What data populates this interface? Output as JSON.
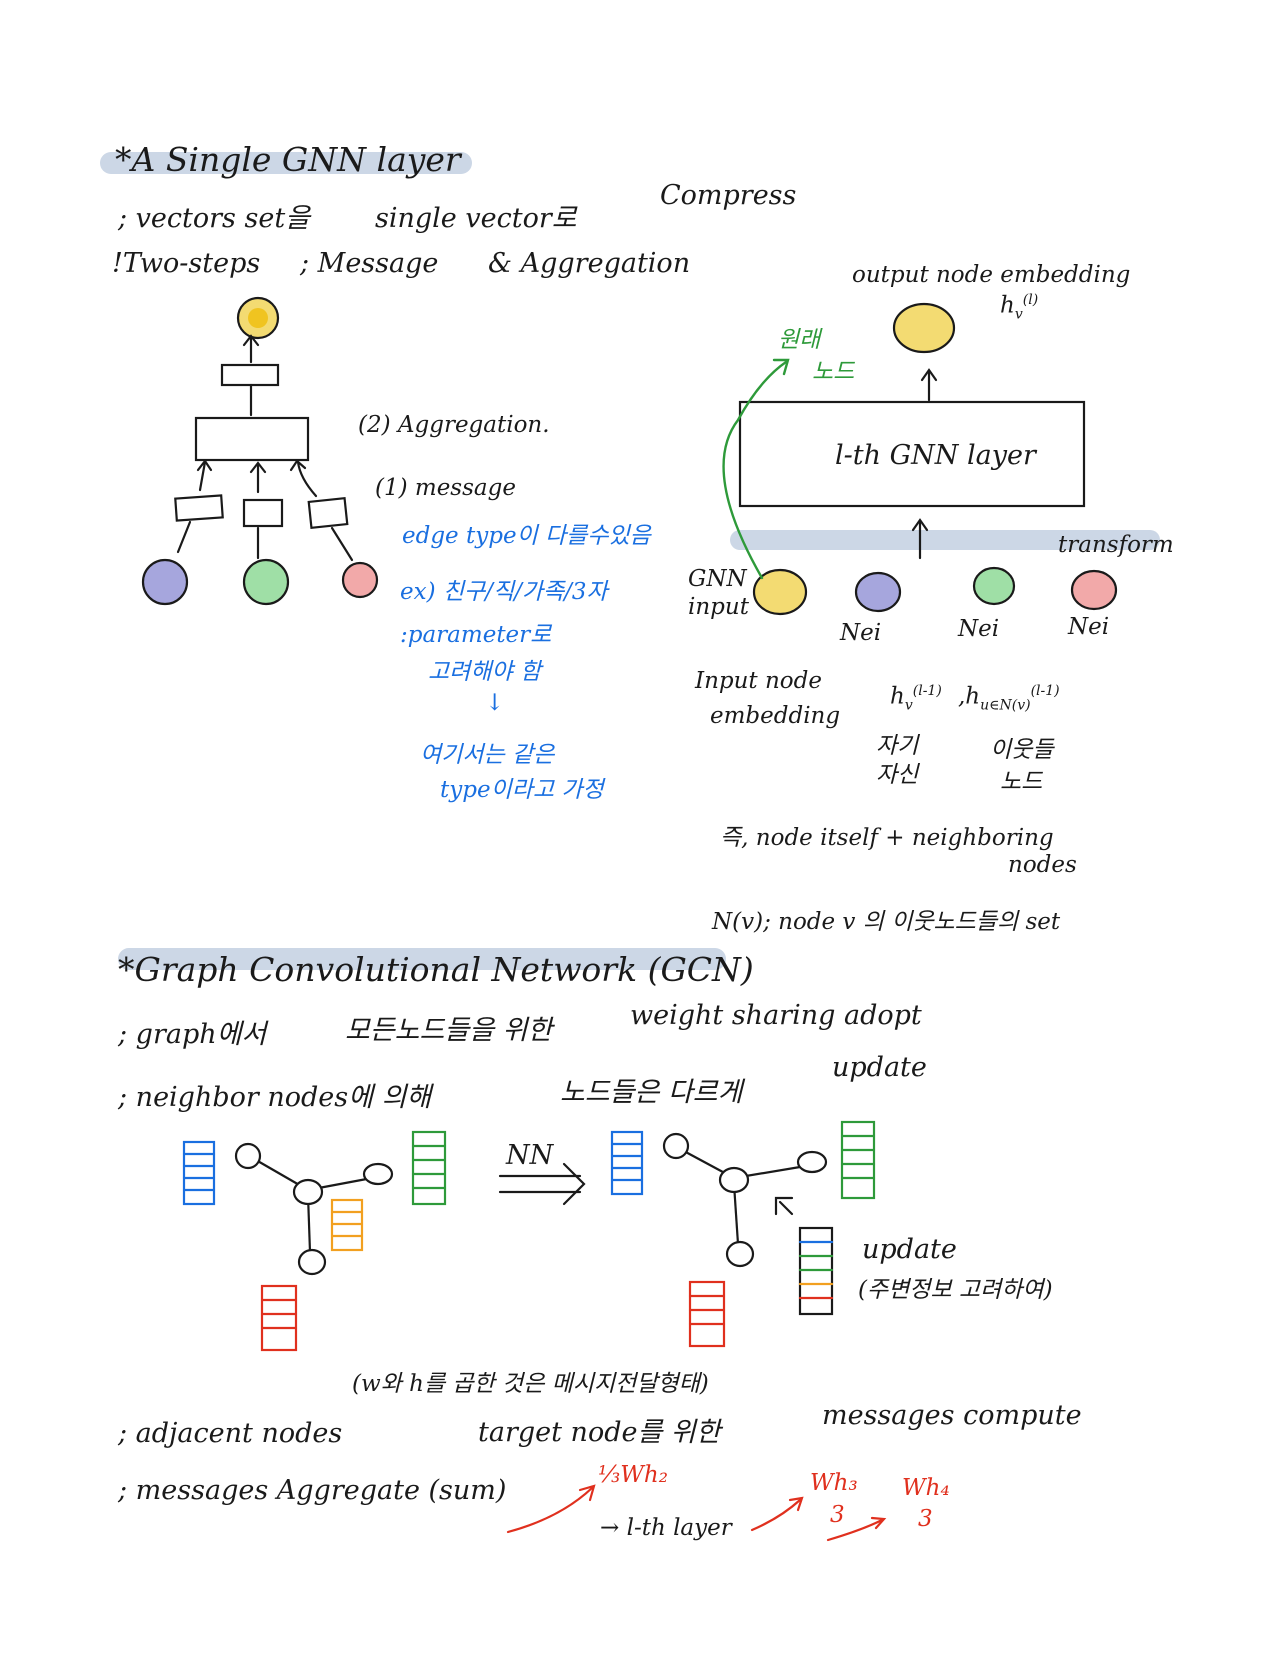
{
  "section1": {
    "title": "*A Single GNN layer",
    "line1_a": "; vectors set을",
    "line1_b": "single vector로",
    "line1_c": "Compress",
    "line2_a": "!Two-steps",
    "line2_b": "; Message",
    "line2_c": "& Aggregation",
    "label_aggregation": "(2) Aggregation.",
    "label_message": "(1) message",
    "blue_note": [
      "edge type이 다를수있음",
      "ex) 친구/직/가족/3자",
      ":parameter로",
      "고려해야 함",
      "↓",
      "여기서는 같은",
      "type이라고 가정"
    ]
  },
  "gnn_diagram": {
    "output_label": "output node embedding",
    "output_h": "h",
    "output_h_sup": "(l)",
    "output_h_sub": "v",
    "green_note": [
      "원래",
      "노드"
    ],
    "layer_label": "l-th GNN layer",
    "transform_label": "transform",
    "gnn_input": [
      "GNN",
      "input"
    ],
    "nei": [
      "Nei",
      "Nei",
      "Nei"
    ],
    "input_embedding": [
      "Input node",
      "embedding"
    ],
    "h_self": "h",
    "h_self_sup": "(l-1)",
    "h_self_sub": "v",
    "h_nb": ",h",
    "h_nb_sup": "(l-1)",
    "h_nb_sub": "u∈N(v)",
    "self_note": [
      "자기",
      "자신"
    ],
    "nb_note": [
      "이웃들",
      "노드"
    ],
    "sum_line": "즉, node itself + neighboring",
    "sum_line2": "nodes",
    "nv_line": "N(v); node v 의 이웃노드들의 set"
  },
  "section2": {
    "title": "*Graph Convolutional Network (GCN)",
    "line1_a": "; graph에서",
    "line1_b": "모든노드들을 위한",
    "line1_c": "weight sharing adopt",
    "line2_a": "; neighbor nodes에 의해",
    "line2_b": "노드들은 다르게",
    "line2_c": "update",
    "nn_label": "NN",
    "update_label": "update",
    "update_note": "(주변정보 고려하여)",
    "caption": "(w와 h를 곱한 것은 메시지전달형태)",
    "step1_a": "; adjacent nodes",
    "step1_b": "target node를 위한",
    "step1_c": "messages compute",
    "step2": "; messages Aggregate (sum)",
    "red_a": "⅓Wh₂",
    "red_b_num": "Wh₃",
    "red_b_den": "3",
    "red_c_num": "Wh₄",
    "red_c_den": "3",
    "layer_note": "→ l-th layer"
  },
  "colors": {
    "yellow": "#f3db72",
    "purple": "#a6a6dd",
    "green": "#9fdfa6",
    "pink": "#f2a9a9",
    "blue_ink": "#1a6fe0",
    "green_ink": "#2e9a3a",
    "red_ink": "#e0301e",
    "orange_ink": "#f2a020",
    "highlight": "#ccd7e6"
  }
}
